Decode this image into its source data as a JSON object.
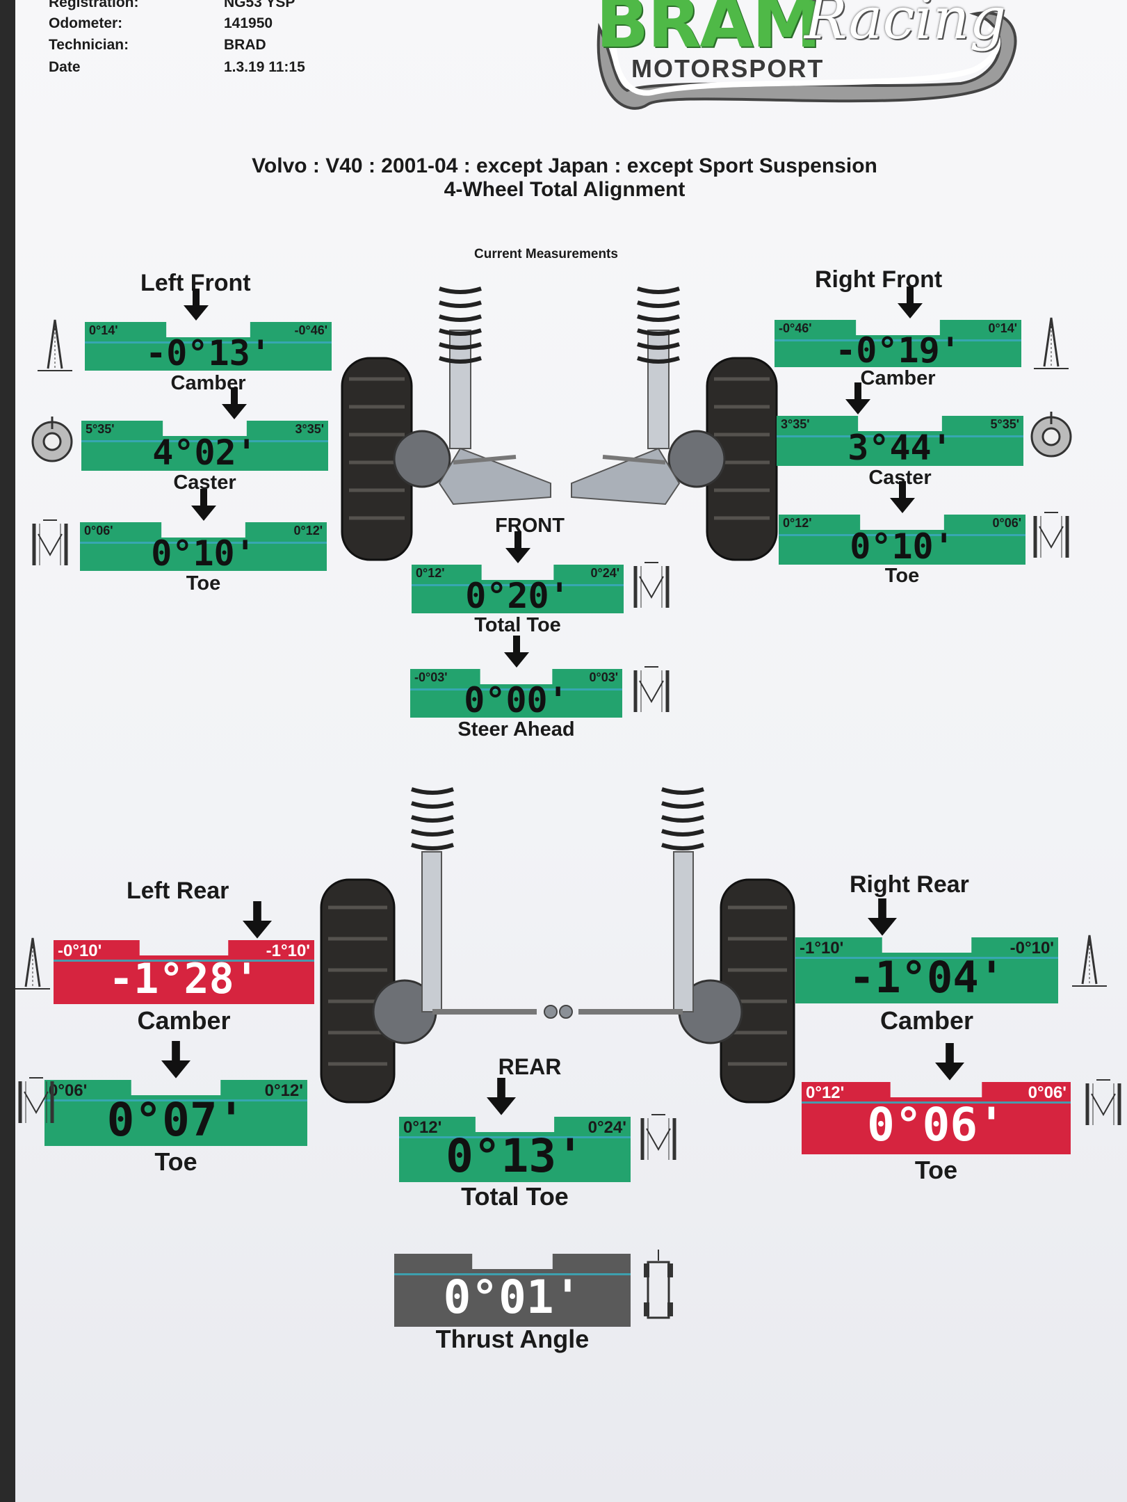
{
  "header": {
    "fields": [
      {
        "label": "Registration:",
        "value": "NG53 YSP"
      },
      {
        "label": "Odometer:",
        "value": "141950"
      },
      {
        "label": "Technician:",
        "value": "BRAD"
      },
      {
        "label": "Date",
        "value": "1.3.19 11:15"
      }
    ]
  },
  "logo": {
    "brand": "BRAM",
    "script": "Racing",
    "sub": "MOTORSPORT"
  },
  "vehicle": {
    "title": "Volvo : V40 : 2001-04 : except Japan : except Sport Suspension",
    "subtitle": "4-Wheel Total Alignment",
    "section": "Current Measurements"
  },
  "colors": {
    "ok": "#23a36e",
    "ok_dark": "#1b8a5c",
    "bad": "#d6243f",
    "neutral": "#5a5a5a"
  },
  "front": {
    "label": "FRONT",
    "left_title": "Left Front",
    "right_title": "Right Front",
    "left": {
      "camber": {
        "min": "0°14'",
        "max": "-0°46'",
        "value": "-0°13'",
        "caption": "Camber",
        "status": "ok",
        "pos": 0.45
      },
      "caster": {
        "min": "5°35'",
        "max": "3°35'",
        "value": "4°02'",
        "caption": "Caster",
        "status": "ok",
        "pos": 0.62
      },
      "toe": {
        "min": "0°06'",
        "max": "0°12'",
        "value": "0°10'",
        "caption": "Toe",
        "status": "ok",
        "pos": 0.5
      }
    },
    "right": {
      "camber": {
        "min": "-0°46'",
        "max": "0°14'",
        "value": "-0°19'",
        "caption": "Camber",
        "status": "ok",
        "pos": 0.55
      },
      "caster": {
        "min": "3°35'",
        "max": "5°35'",
        "value": "3°44'",
        "caption": "Caster",
        "status": "ok",
        "pos": 0.33
      },
      "toe": {
        "min": "0°12'",
        "max": "0°06'",
        "value": "0°10'",
        "caption": "Toe",
        "status": "ok",
        "pos": 0.5
      }
    },
    "total_toe": {
      "min": "0°12'",
      "max": "0°24'",
      "value": "0°20'",
      "caption": "Total Toe",
      "status": "ok",
      "pos": 0.5
    },
    "steer_ahead": {
      "min": "-0°03'",
      "max": "0°03'",
      "value": "0°00'",
      "caption": "Steer Ahead",
      "status": "ok",
      "pos": 0.5
    }
  },
  "rear": {
    "label": "REAR",
    "left_title": "Left Rear",
    "right_title": "Right Rear",
    "left": {
      "camber": {
        "min": "-0°10'",
        "max": "-1°10'",
        "value": "-1°28'",
        "caption": "Camber",
        "status": "bad",
        "pos": 0.78
      },
      "toe": {
        "min": "0°06'",
        "max": "0°12'",
        "value": "0°07'",
        "caption": "Toe",
        "status": "ok",
        "pos": 0.5
      }
    },
    "right": {
      "camber": {
        "min": "-1°10'",
        "max": "-0°10'",
        "value": "-1°04'",
        "caption": "Camber",
        "status": "ok",
        "pos": 0.33
      },
      "toe": {
        "min": "0°12'",
        "max": "0°06'",
        "value": "0°06'",
        "caption": "Toe",
        "status": "bad",
        "pos": 0.55
      }
    },
    "total_toe": {
      "min": "0°12'",
      "max": "0°24'",
      "value": "0°13'",
      "caption": "Total Toe",
      "status": "ok",
      "pos": 0.44
    },
    "thrust_angle": {
      "min": "",
      "max": "",
      "value": "0°01'",
      "caption": "Thrust Angle",
      "status": "neutral",
      "pos": 0.5
    }
  },
  "icons": [
    "camber-icon",
    "caster-icon",
    "toe-icon",
    "total-toe-icon",
    "steer-ahead-icon",
    "thrust-angle-icon",
    "suspension-strut-icon",
    "wheel-icon",
    "down-arrow-icon"
  ]
}
